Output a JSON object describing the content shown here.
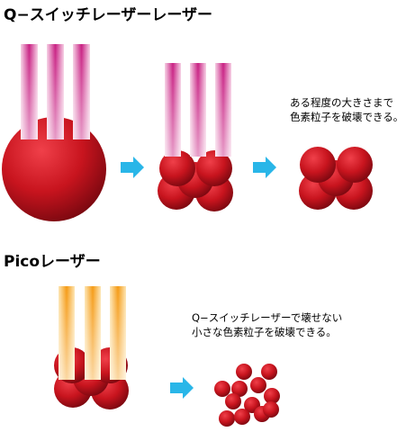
{
  "sections": [
    {
      "title": "Q−スイッチレーザーレーザー",
      "beam_color": "#d4388e",
      "note_lines": [
        "ある程度の大きさまで",
        "色素粒子を破壊できる。"
      ]
    },
    {
      "title": "Picoレーザー",
      "beam_color": "#f5a623",
      "note_lines": [
        "Q−スイッチレーザーで壊せない",
        "小さな色素粒子を破壊できる。"
      ]
    }
  ],
  "colors": {
    "particle": "#c8141e",
    "particle_dark": "#8a0a10",
    "arrow": "#29b6e8"
  },
  "icons": [
    "arrow-right-icon"
  ]
}
